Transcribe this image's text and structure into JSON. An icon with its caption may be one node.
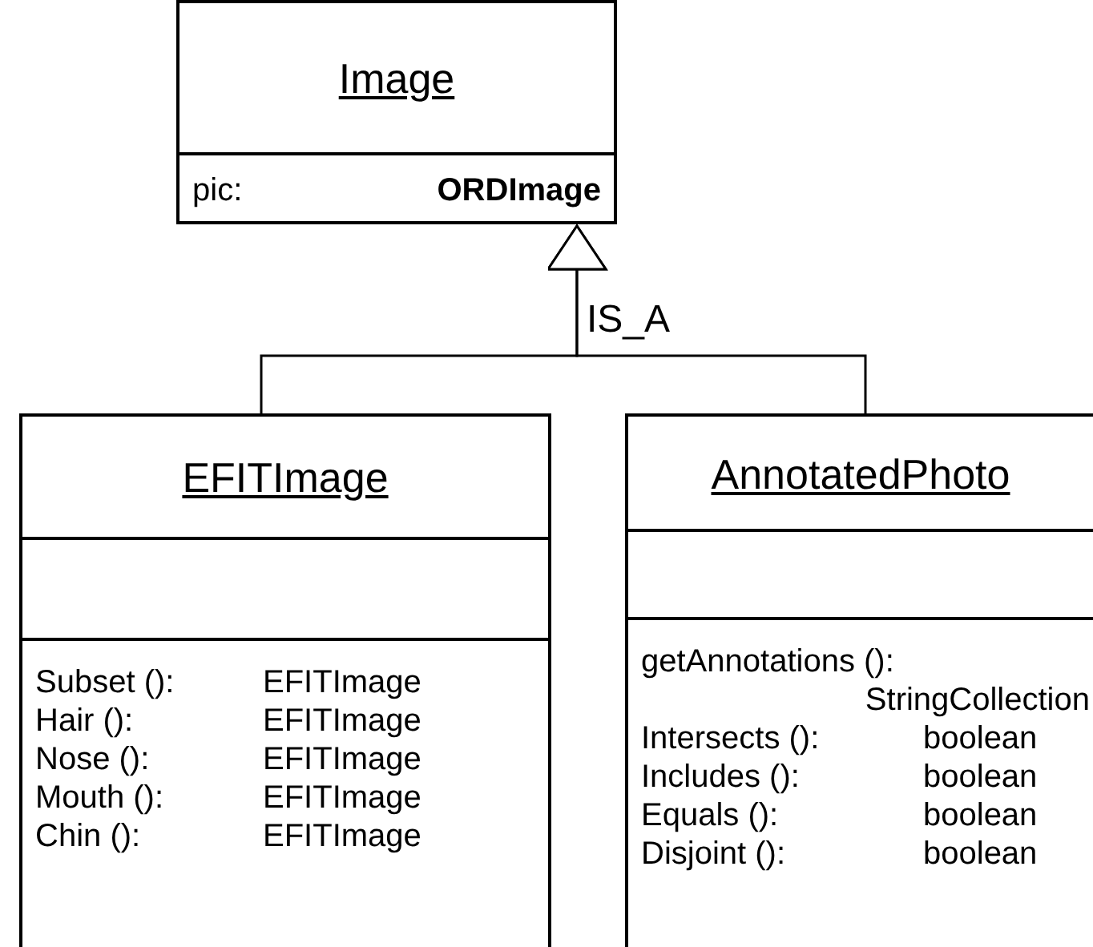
{
  "diagram": {
    "nodes": [
      {
        "text": [
          "Image"
        ]
      },
      {
        "text": [
          "pic:",
          "ORDImage"
        ],
        "in": 0
      },
      {
        "text": [
          "EFITImage"
        ]
      },
      {
        "text": [],
        "shape": "box",
        "in": 2
      },
      {
        "text": [
          "Subset ():",
          "EFITImage",
          "Hair ():",
          "EFITImage",
          "Nose ():",
          "EFITImage",
          "Mouth ():",
          "EFITImage",
          "Chin ():",
          "EFITImage"
        ],
        "in": 2
      },
      {
        "text": [
          "AnnotatedPhoto"
        ]
      },
      {
        "text": [],
        "shape": "box",
        "in": 5
      },
      {
        "text": [
          "getAnnotations ():",
          "StringCollection",
          "Intersects ():",
          "boolean",
          "Includes ():",
          "boolean",
          "Equals ():",
          "boolean",
          "Disjoint ():",
          "boolean"
        ],
        "in": 5
      }
    ],
    "edges": [
      {
        "from": 2,
        "to": 0,
        "arrow": "to",
        "label": "IS_A"
      },
      {
        "from": 5,
        "to": 0,
        "arrow": "to"
      }
    ]
  }
}
